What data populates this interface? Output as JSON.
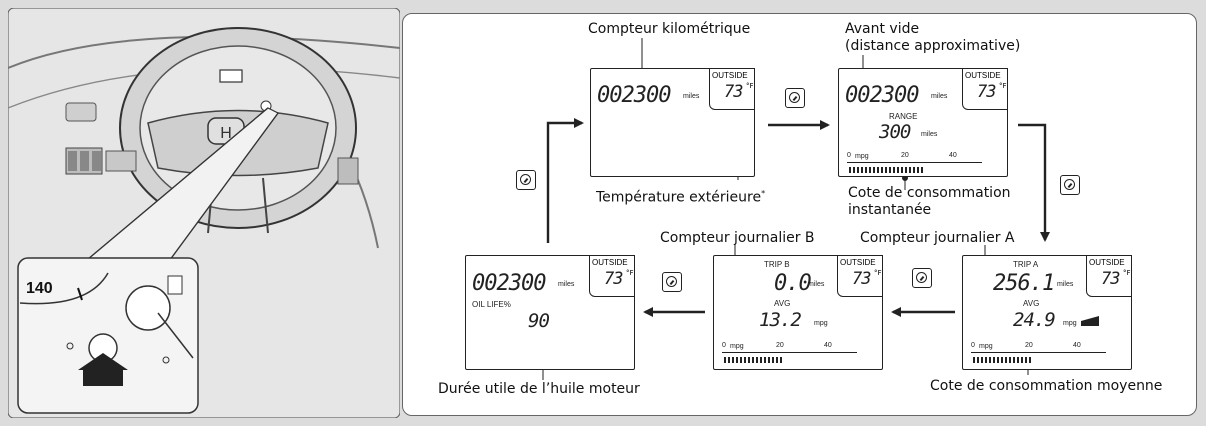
{
  "labels": {
    "odometer": "Compteur kilométrique",
    "range_line1": "Avant vide",
    "range_line2": "(distance approximative)",
    "outside_temp": "Température extérieure",
    "outside_temp_mark": "*",
    "instant_line1": "Cote de consommation",
    "instant_line2": "instantanée",
    "trip_b": "Compteur journalier B",
    "trip_a": "Compteur journalier A",
    "oil_life": "Durée utile de l’huile moteur",
    "avg_fuel": "Cote de consommation moyenne"
  },
  "screens": {
    "odometer": {
      "value": "002300",
      "unit": "miles",
      "outside_label": "OUTSIDE",
      "temp": "73",
      "temp_unit": "°F"
    },
    "range": {
      "value": "002300",
      "unit": "miles",
      "outside_label": "OUTSIDE",
      "temp": "73",
      "temp_unit": "°F",
      "range_label": "RANGE",
      "range_value": "300",
      "range_unit": "miles",
      "scale_0": "0",
      "scale_unit": "mpg",
      "scale_20": "20",
      "scale_40": "40"
    },
    "trip_a": {
      "title": "TRIP A",
      "value": "256.1",
      "unit": "miles",
      "outside_label": "OUTSIDE",
      "temp": "73",
      "temp_unit": "°F",
      "avg_label": "AVG",
      "avg_value": "24.9",
      "avg_unit": "mpg",
      "scale_0": "0",
      "scale_unit": "mpg",
      "scale_20": "20",
      "scale_40": "40"
    },
    "trip_b": {
      "title": "TRIP   B",
      "value": "0.0",
      "unit": "miles",
      "outside_label": "OUTSIDE",
      "temp": "73",
      "temp_unit": "°F",
      "avg_label": "AVG",
      "avg_value": "13.2",
      "avg_unit": "mpg",
      "scale_0": "0",
      "scale_unit": "mpg",
      "scale_20": "20",
      "scale_40": "40"
    },
    "oil": {
      "value": "002300",
      "unit": "miles",
      "outside_label": "OUTSIDE",
      "temp": "73",
      "temp_unit": "°F",
      "oil_label": "OIL LIFE%",
      "oil_value": "90"
    }
  },
  "gauge": {
    "speed_mark": "140"
  },
  "colors": {
    "panel_bg": "#ffffff",
    "outer_bg": "#dcdcdc",
    "line": "#222222"
  }
}
